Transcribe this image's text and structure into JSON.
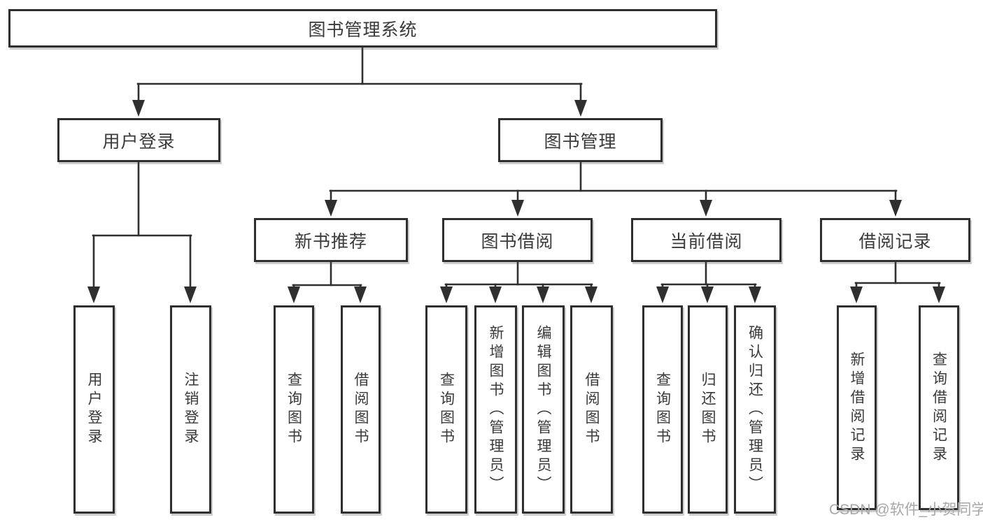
{
  "diagram": {
    "root": {
      "label": "图书管理系统"
    },
    "user_login": {
      "label": "用户登录",
      "children": [
        {
          "label": "用户登录"
        },
        {
          "label": "注销登录"
        }
      ]
    },
    "book_management": {
      "label": "图书管理",
      "children": [
        {
          "label": "新书推荐",
          "children": [
            {
              "label": "查询图书"
            },
            {
              "label": "借阅图书"
            }
          ]
        },
        {
          "label": "图书借阅",
          "children": [
            {
              "label": "查询图书"
            },
            {
              "label": "新增图书（管理员）"
            },
            {
              "label": "编辑图书（管理员）"
            },
            {
              "label": "借阅图书"
            }
          ]
        },
        {
          "label": "当前借阅",
          "children": [
            {
              "label": "查询图书"
            },
            {
              "label": "归还图书"
            },
            {
              "label": "确认归还（管理员）"
            }
          ]
        },
        {
          "label": "借阅记录",
          "children": [
            {
              "label": "新增借阅记录"
            },
            {
              "label": "查询借阅记录"
            }
          ]
        }
      ]
    }
  },
  "watermark": "CSDN @软件_小贺同学",
  "colors": {
    "line": "#2f2f2f",
    "text": "#3a3a3a",
    "background": "#ffffff",
    "watermark": "#a8a8a8"
  }
}
